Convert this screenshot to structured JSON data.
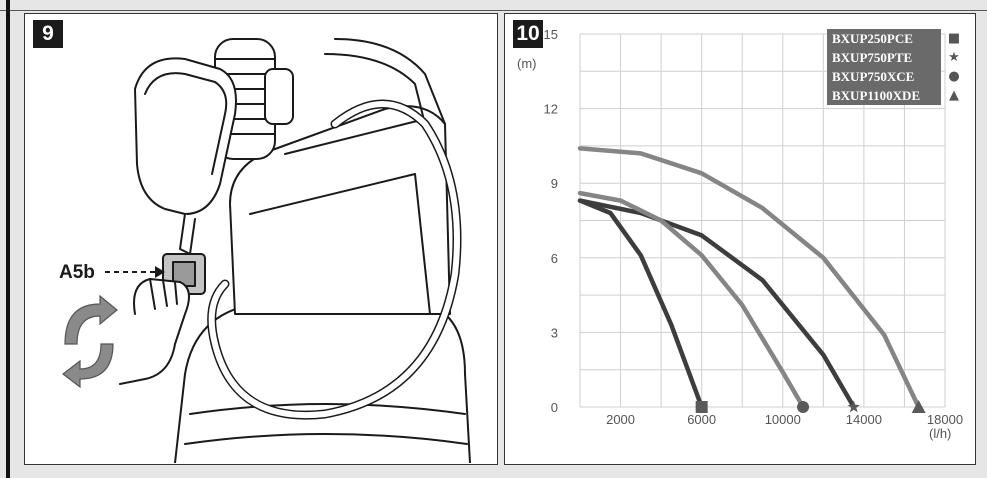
{
  "figure9": {
    "number": "9",
    "callout": "A5b"
  },
  "figure10": {
    "number": "10"
  },
  "chart_data": {
    "type": "line",
    "title": "",
    "xlabel": "(l/h)",
    "ylabel": "(m)",
    "xlim": [
      0,
      18000
    ],
    "ylim": [
      0,
      15
    ],
    "x_ticks": [
      2000,
      6000,
      10000,
      14000,
      18000
    ],
    "x_tick_labels": [
      "2000",
      "6000",
      "10000",
      "14000",
      "18000"
    ],
    "y_ticks": [
      0,
      3,
      6,
      9,
      12,
      15
    ],
    "y_tick_labels": [
      "0",
      "3",
      "6",
      "9",
      "12",
      "15"
    ],
    "grid": true,
    "legend_position": "top-right",
    "series": [
      {
        "name": "BXUP250PCE",
        "marker": "square",
        "color": "#3d3d3d",
        "x": [
          0,
          1500,
          3000,
          4500,
          6000
        ],
        "y": [
          8.3,
          7.8,
          6.1,
          3.3,
          0
        ]
      },
      {
        "name": "BXUP750PTE",
        "marker": "star",
        "color": "#3d3d3d",
        "x": [
          0,
          3000,
          6000,
          9000,
          12000,
          13500
        ],
        "y": [
          8.3,
          7.8,
          6.9,
          5.1,
          2.1,
          0
        ]
      },
      {
        "name": "BXUP750XCE",
        "marker": "circle",
        "color": "#858585",
        "x": [
          0,
          2000,
          4000,
          6000,
          8000,
          10000,
          11000
        ],
        "y": [
          8.6,
          8.3,
          7.5,
          6.1,
          4.1,
          1.4,
          0
        ]
      },
      {
        "name": "BXUP1100XDE",
        "marker": "triangle",
        "color": "#858585",
        "x": [
          0,
          3000,
          6000,
          9000,
          12000,
          15000,
          16700
        ],
        "y": [
          10.4,
          10.2,
          9.4,
          8.0,
          6.0,
          2.9,
          0
        ]
      }
    ]
  }
}
